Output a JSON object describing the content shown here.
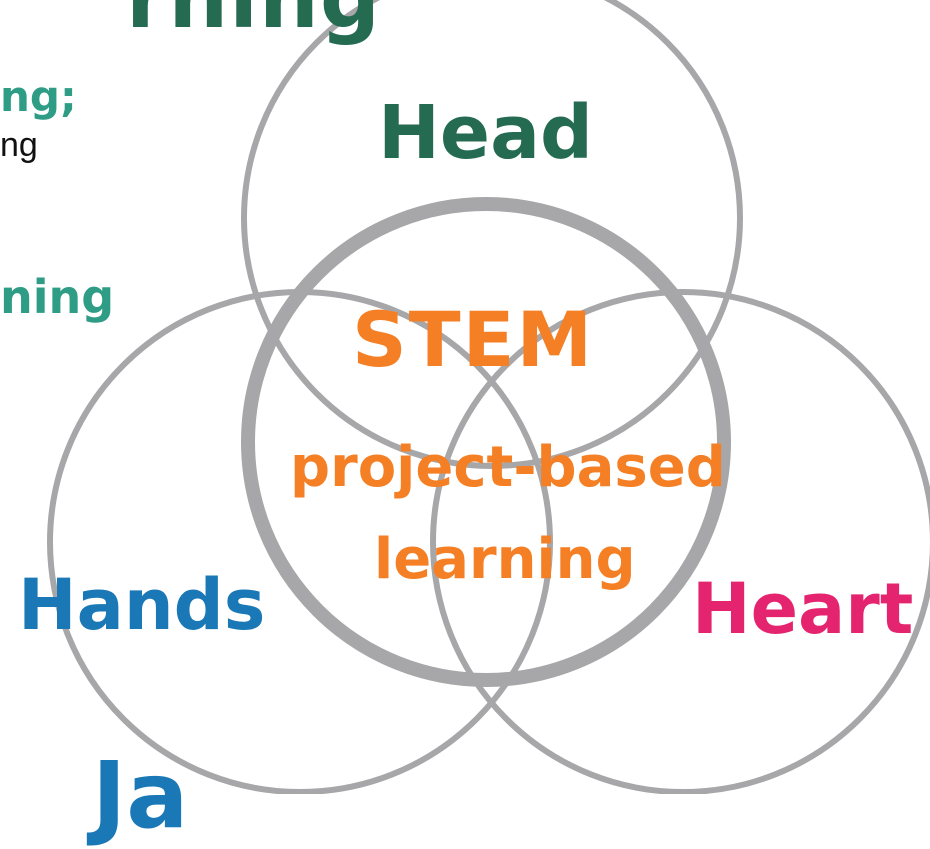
{
  "colors": {
    "circle_stroke": "#a7a7a9",
    "head": "#246b52",
    "stem": "#f47f24",
    "hands": "#1a78b6",
    "heart": "#e4246f",
    "teal": "#2f9c85",
    "text_dark": "#111111"
  },
  "diagram": {
    "top_partial_title": "rning",
    "left_partial_green_1": "ng;",
    "left_partial_black_1": "ng",
    "left_partial_green_2": "ning",
    "head": "Head",
    "center_title": "STEM",
    "center_subtitle_line1": "project-based",
    "center_subtitle_line2": "learning",
    "hands": "Hands",
    "heart": "Heart",
    "bottom_partial": "Ja"
  }
}
